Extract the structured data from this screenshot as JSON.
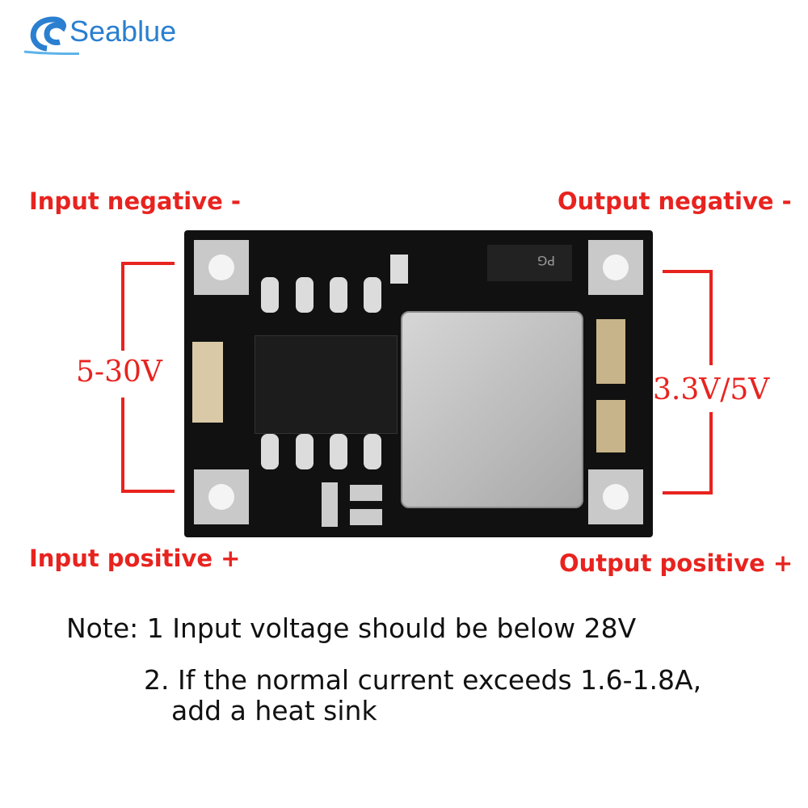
{
  "brand": {
    "name": "Seablue",
    "color": "#2a7fd0"
  },
  "labels": {
    "input_negative": "Input negative -",
    "output_negative": "Output negative -",
    "input_positive": "Input positive +",
    "output_positive": "Output positive +",
    "input_voltage": "5-30V",
    "output_voltage": "3.3V/5V"
  },
  "chip_marking": "PG",
  "notes": {
    "line1": "Note: 1 Input voltage should be below 28V",
    "line2": "2. If the normal current exceeds 1.6-1.8A,",
    "line3": "add a heat sink"
  },
  "colors": {
    "label_red": "#e8231f",
    "pcb": "#111111"
  }
}
